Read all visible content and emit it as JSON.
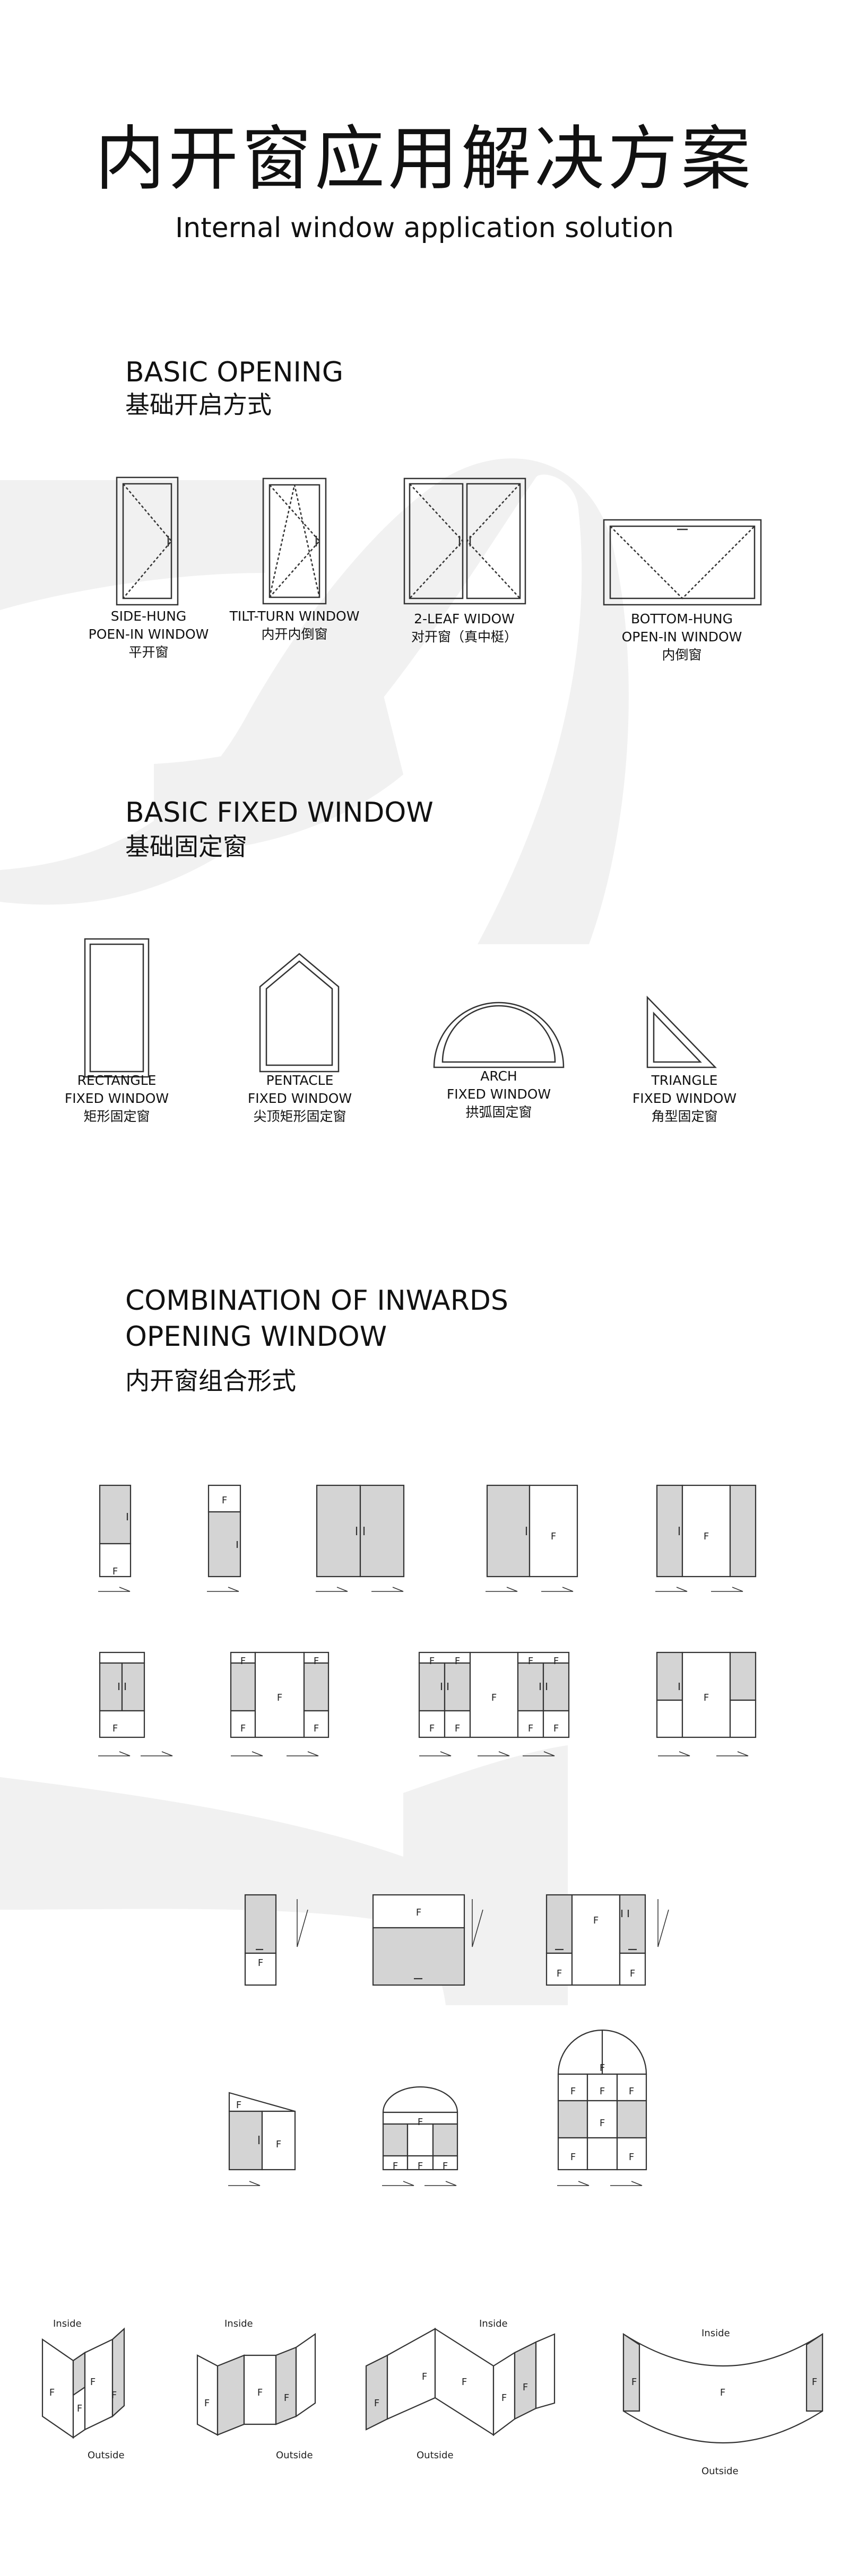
{
  "title": {
    "cn": "内开窗应用解决方案",
    "en": "Internal window application solution"
  },
  "sections": {
    "basic_opening": {
      "en": "BASIC OPENING",
      "cn": "基础开启方式"
    },
    "basic_fixed": {
      "en": "BASIC FIXED WINDOW",
      "cn": "基础固定窗"
    },
    "combination": {
      "en_line1": "COMBINATION OF INWARDS",
      "en_line2": "OPENING WINDOW",
      "cn": "内开窗组合形式"
    }
  },
  "opening_items": [
    {
      "l1": "SIDE-HUNG",
      "l2": "POEN-IN WINDOW",
      "l3": "平开窗"
    },
    {
      "l1": "TILT-TURN WINDOW",
      "l2": "内开内倒窗",
      "l3": ""
    },
    {
      "l1": "2-LEAF WIDOW",
      "l2": "对开窗（真中梃）",
      "l3": ""
    },
    {
      "l1": "BOTTOM-HUNG",
      "l2": "OPEN-IN WINDOW",
      "l3": "内倒窗"
    }
  ],
  "fixed_items": [
    {
      "l1": "RECTANGLE",
      "l2": "FIXED WINDOW",
      "l3": "矩形固定窗"
    },
    {
      "l1": "PENTACLE",
      "l2": "FIXED WINDOW",
      "l3": "尖顶矩形固定窗"
    },
    {
      "l1": "ARCH",
      "l2": "FIXED WINDOW",
      "l3": "拱弧固定窗"
    },
    {
      "l1": "TRIANGLE",
      "l2": "FIXED WINDOW",
      "l3": "角型固定窗"
    }
  ],
  "watermarks": {
    "top": "02",
    "bottom": "1"
  },
  "labels": {
    "fixed": "F",
    "inside": "Inside",
    "outside": "Outside"
  },
  "colors": {
    "text": "#111111",
    "panel_fill": "#d4d4d4",
    "stroke": "#333333",
    "watermark": "#f1f1f1"
  }
}
